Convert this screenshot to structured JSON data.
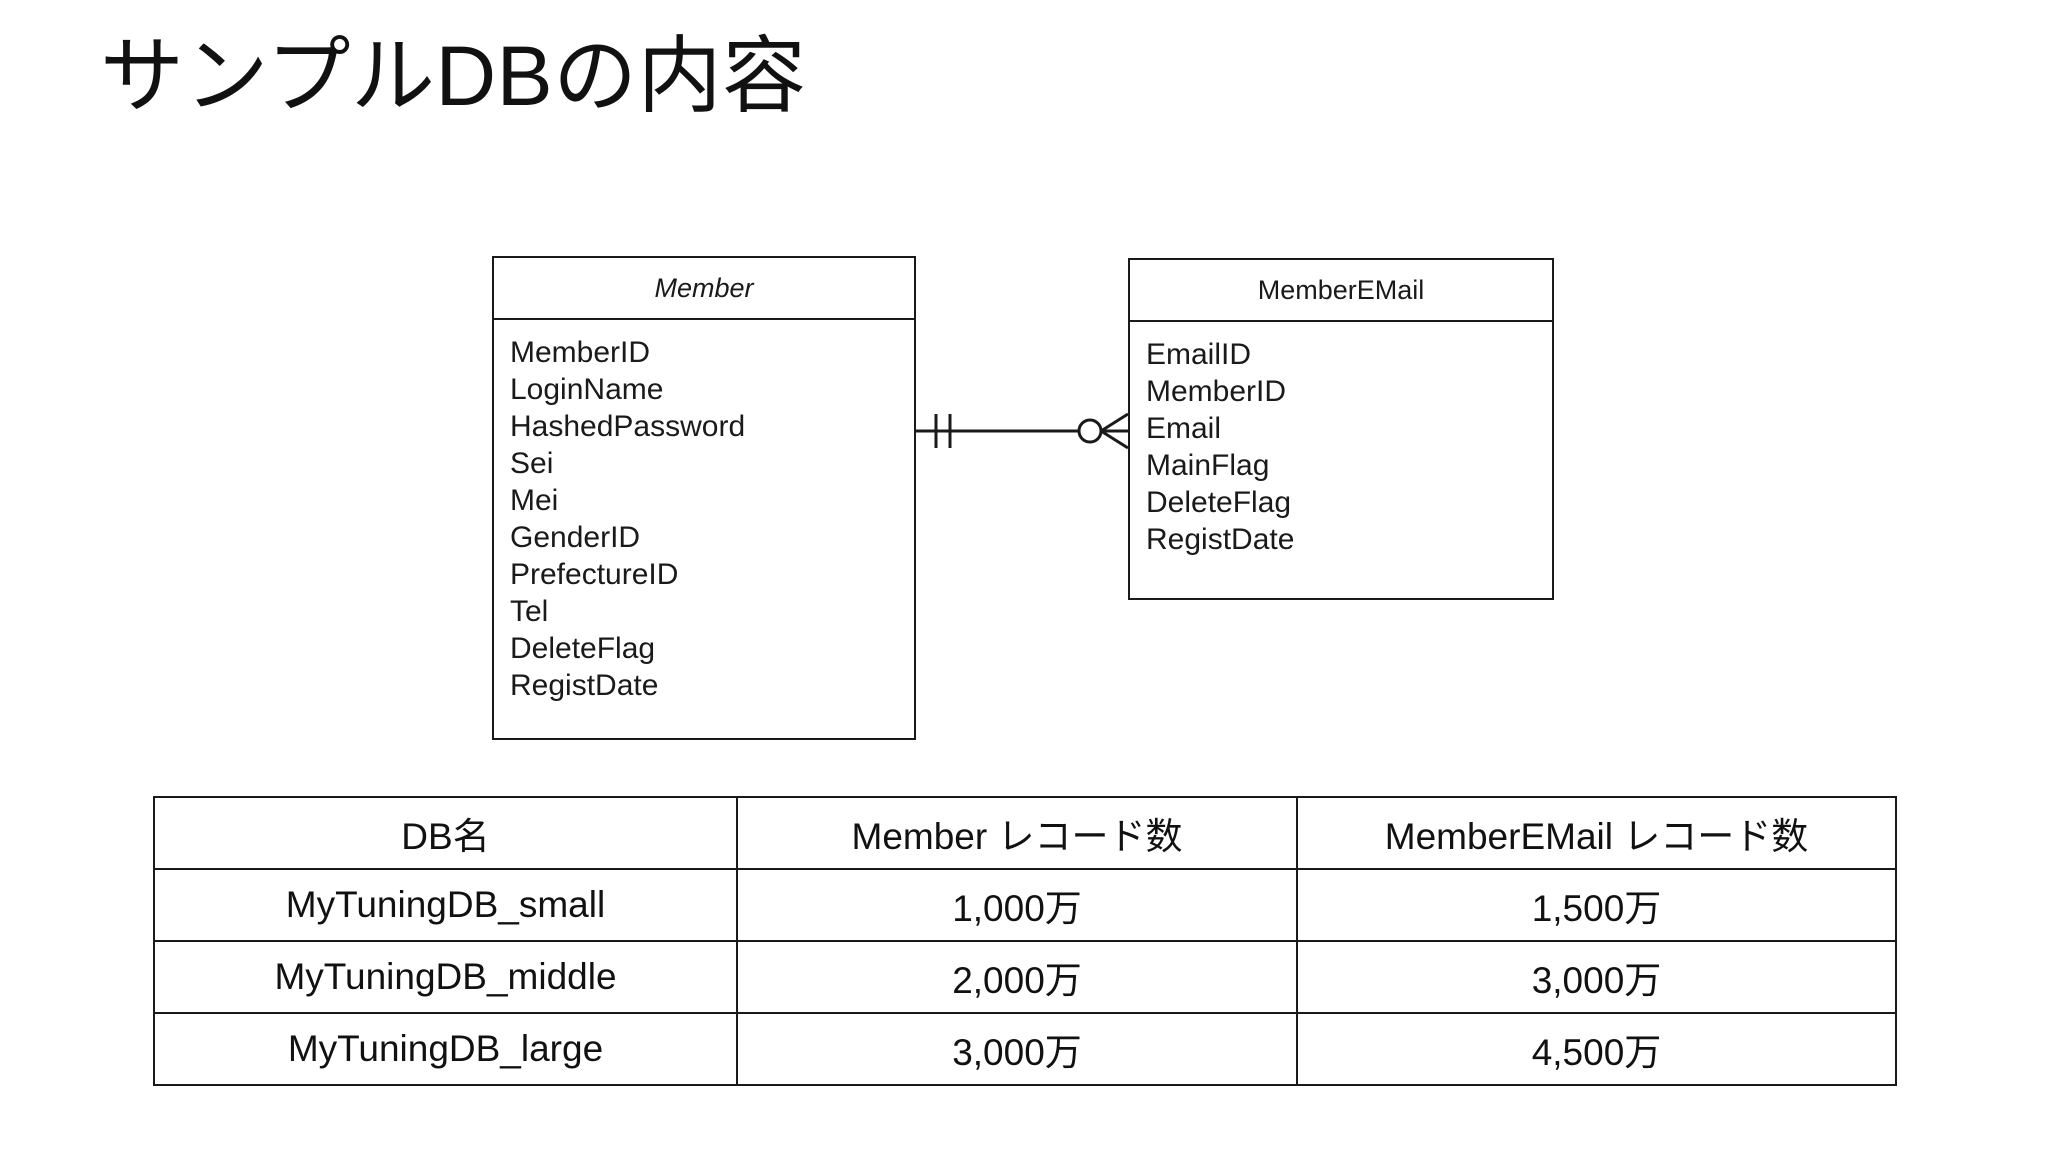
{
  "slide": {
    "title": "サンプルDBの内容",
    "background_color": "#ffffff",
    "line_color": "#1a1a1a"
  },
  "er_diagram": {
    "entities": [
      {
        "name": "Member",
        "title_style": "italic",
        "attributes": [
          "MemberID",
          "LoginName",
          "HashedPassword",
          "Sei",
          "Mei",
          "GenderID",
          "PrefectureID",
          "Tel",
          "DeleteFlag",
          "RegistDate"
        ]
      },
      {
        "name": "MemberEMail",
        "title_style": "normal",
        "attributes": [
          "EmailID",
          "MemberID",
          "Email",
          "MainFlag",
          "DeleteFlag",
          "RegistDate"
        ]
      }
    ],
    "relationship": {
      "from": "Member",
      "to": "MemberEMail",
      "from_cardinality": "one-and-only-one",
      "to_cardinality": "zero-or-many",
      "notation": "crows-foot"
    }
  },
  "table": {
    "headers": [
      "DB名",
      "Member レコード数",
      "MemberEMail レコード数"
    ],
    "rows": [
      {
        "db": "MyTuningDB_small",
        "member": "1,000万",
        "memberemail": "1,500万"
      },
      {
        "db": "MyTuningDB_middle",
        "member": "2,000万",
        "memberemail": "3,000万"
      },
      {
        "db": "MyTuningDB_large",
        "member": "3,000万",
        "memberemail": "4,500万"
      }
    ]
  }
}
